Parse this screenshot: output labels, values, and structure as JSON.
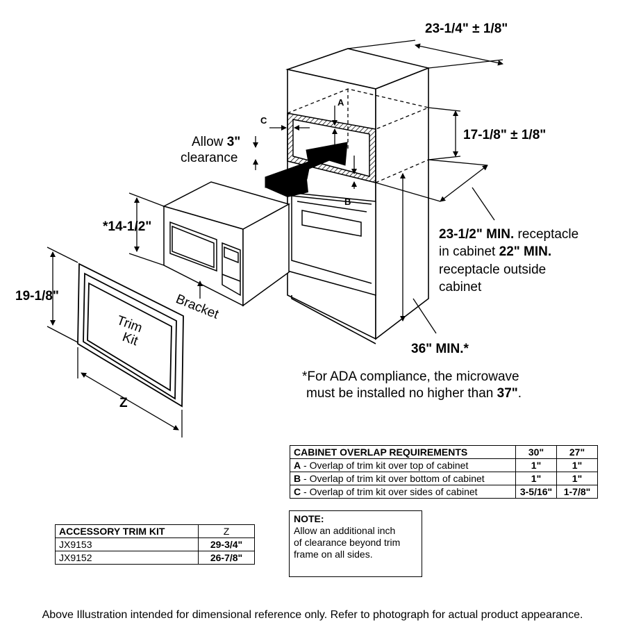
{
  "diagram": {
    "dims": {
      "depth": "23-1/4\" ± 1/8\"",
      "height": "17-1/8\" ± 1/8\"",
      "microwave_height": "*14-1/2\"",
      "trim_height": "19-1/8\"",
      "trim_width": "Z",
      "min_height": "36\" MIN.*"
    },
    "labels": {
      "allow_line1": "Allow ",
      "allow_bold": "3\"",
      "allow_line2": "clearance",
      "marker_a": "A",
      "marker_b": "B",
      "marker_c": "C",
      "bracket": "Bracket",
      "trim_line1": "Trim",
      "trim_line2": "Kit"
    },
    "receptacle": {
      "line1_bold": "23-1/2\" MIN.",
      "line1_rest": " receptacle",
      "line2_pre": "in cabinet ",
      "line2_bold": "22\" MIN.",
      "line3": "receptacle outside",
      "line4": "cabinet"
    },
    "ada": {
      "line1": "*For ADA compliance, the microwave",
      "line2_pre": "must be installed no higher than ",
      "line2_bold": "37\"",
      "line2_post": "."
    }
  },
  "overlap_table": {
    "title": "CABINET OVERLAP REQUIREMENTS",
    "col1": "30\"",
    "col2": "27\"",
    "rows": [
      {
        "key": "A",
        "desc": " - Overlap of trim kit over top of cabinet",
        "v30": "1\"",
        "v27": "1\""
      },
      {
        "key": "B",
        "desc": " - Overlap of trim kit over bottom of cabinet",
        "v30": "1\"",
        "v27": "1\""
      },
      {
        "key": "C",
        "desc": " - Overlap of trim kit over sides of cabinet",
        "v30": "3-5/16\"",
        "v27": "1-7/8\""
      }
    ]
  },
  "trim_table": {
    "title": "ACCESSORY TRIM KIT",
    "col": "Z",
    "rows": [
      {
        "model": "JX9153",
        "z": "29-3/4\""
      },
      {
        "model": "JX9152",
        "z": "26-7/8\""
      }
    ]
  },
  "note": {
    "title": "NOTE:",
    "line1": "Allow an additional inch",
    "line2": "of clearance beyond trim",
    "line3": "frame on all sides."
  },
  "footer": "Above Illustration intended for dimensional reference only. Refer to photograph for actual product appearance."
}
